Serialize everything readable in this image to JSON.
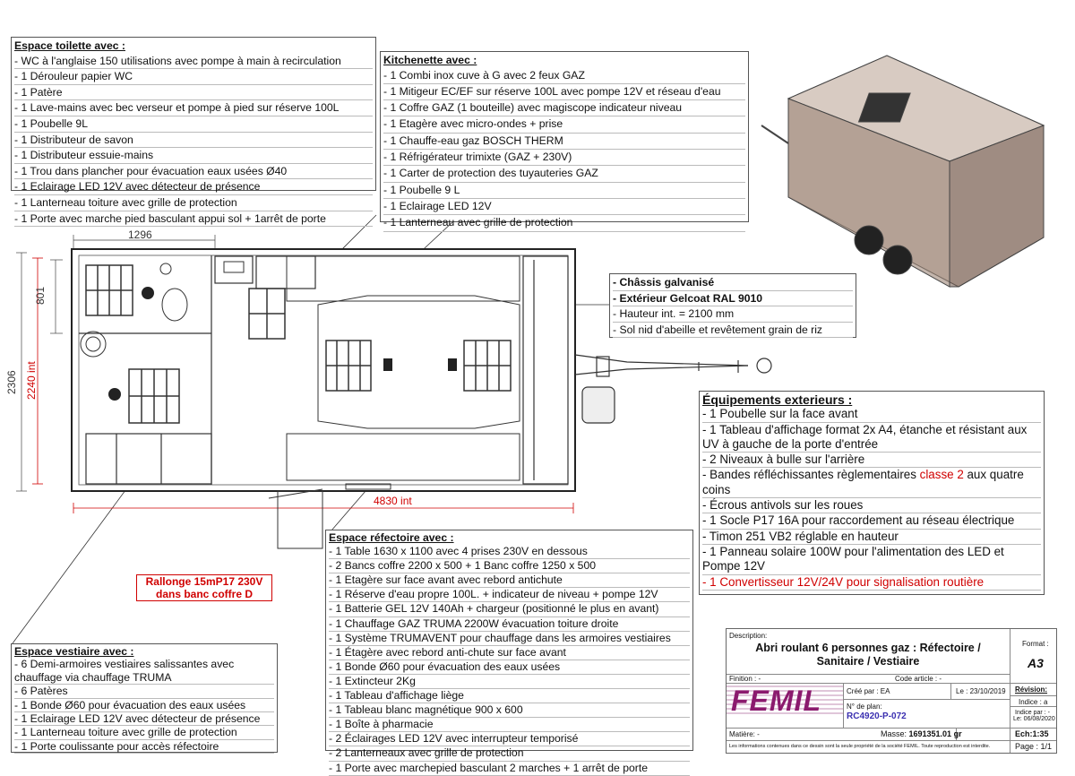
{
  "toilet": {
    "title": "Espace toilette avec :",
    "items": [
      "- WC à l'anglaise 150 utilisations avec pompe à main à recirculation",
      "- 1 Dérouleur papier WC",
      "- 1 Patère",
      "- 1 Lave-mains avec bec verseur et pompe à pied sur réserve 100L",
      "- 1 Poubelle 9L",
      "- 1 Distributeur de savon",
      "- 1 Distributeur essuie-mains",
      "- 1 Trou dans plancher pour évacuation eaux usées Ø40",
      "- 1 Eclairage LED 12V avec détecteur de présence",
      "- 1 Lanterneau toiture avec grille de protection",
      "- 1 Porte avec marche pied basculant appui sol + 1arrêt de porte"
    ]
  },
  "kitchen": {
    "title": "Kitchenette avec :",
    "items": [
      "- 1 Combi inox cuve à G avec 2 feux GAZ",
      "- 1 Mitigeur EC/EF sur réserve 100L avec pompe 12V et réseau d'eau",
      "- 1 Coffre GAZ (1 bouteille) avec magiscope indicateur niveau",
      "- 1 Etagère avec micro-ondes + prise",
      "- 1 Chauffe-eau gaz BOSCH THERM",
      "- 1 Réfrigérateur trimixte (GAZ + 230V)",
      "- 1 Carter de protection des tuyauteries GAZ",
      "- 1 Poubelle 9 L",
      "- 1 Eclairage LED 12V",
      "- 1 Lanterneau avec grille de protection"
    ]
  },
  "chassis": {
    "items": [
      "- Châssis galvanisé",
      "- Extérieur Gelcoat RAL 9010",
      "- Hauteur int. = 2100 mm",
      "- Sol nid d'abeille et revêtement grain de riz"
    ]
  },
  "ext": {
    "title": "Équipements exterieurs :",
    "items": [
      "- 1 Poubelle sur la face avant",
      "- 1 Tableau d'affichage format 2x A4, étanche et résistant aux UV à gauche de la porte d'entrée",
      "- 2 Niveaux à bulle sur l'arrière",
      "- Écrous antivols sur les roues",
      "- 1 Socle P17 16A pour raccordement au réseau électrique",
      "- Timon 251 VB2 réglable en hauteur",
      "- 1 Panneau solaire 100W pour l'alimentation des LED et Pompe 12V",
      "- 1 Convertisseur 12V/24V pour signalisation routière"
    ],
    "bandes_pre": "- Bandes réfléchissantes règlementaires ",
    "bandes_red": "classe 2",
    "bandes_post": " aux quatre coins"
  },
  "refect": {
    "title": "Espace réfectoire avec :",
    "items": [
      "- 1 Table 1630 x 1100 avec 4 prises 230V en dessous",
      "- 2 Bancs coffre 2200 x 500 + 1 Banc coffre 1250 x 500",
      "- 1 Etagère sur face avant avec rebord antichute",
      "- 1 Réserve d'eau propre 100L. + indicateur de niveau + pompe 12V",
      "- 1 Batterie GEL 12V 140Ah + chargeur (positionné le plus en avant)",
      "- 1 Chauffage GAZ TRUMA 2200W évacuation toiture droite",
      "- 1 Système TRUMAVENT pour chauffage dans les armoires vestiaires",
      "- 1 Étagère avec rebord anti-chute sur face avant",
      "- 1 Bonde Ø60 pour évacuation des eaux usées",
      "- 1 Extincteur 2Kg",
      "- 1 Tableau d'affichage liège",
      "- 1 Tableau blanc magnétique 900 x 600",
      "- 1 Boîte à pharmacie",
      "- 2 Éclairages LED 12V avec interrupteur temporisé",
      "- 2 Lanterneaux avec grille de protection",
      "- 1 Porte avec marchepied basculant 2 marches + 1 arrêt de porte"
    ]
  },
  "vest": {
    "title": "Espace vestiaire avec :",
    "items": [
      "- 6 Demi-armoires vestiaires salissantes avec chauffage via chauffage TRUMA",
      "- 6 Patères",
      "- 1 Bonde Ø60 pour évacuation des eaux usées",
      "- 1 Eclairage LED 12V avec détecteur de présence",
      "- 1 Lanterneau toiture avec grille de protection",
      "- 1 Porte coulissante pour accès réfectoire"
    ]
  },
  "rallonge": {
    "line1": "Rallonge 15mP17 230V",
    "line2": "dans banc coffre D"
  },
  "dims": {
    "w1296": "1296",
    "h801": "801",
    "h2306": "2306",
    "h2240": "2240 int",
    "w4830": "4830 int"
  },
  "title_block": {
    "description_label": "Description:",
    "description_1": "Abri roulant 6 personnes gaz : Réfectoire /",
    "description_2": "Sanitaire / Vestiaire",
    "format_label": "Format :",
    "format_value": "A3",
    "finition_label": "Finition : -",
    "code_label": "Code article : -",
    "logo": "FEMIL",
    "cree_label": "Créé par : EA",
    "date_label": "Le : 23/10/2019",
    "revision_label": "Révision:",
    "plan_label": "N° de plan:",
    "plan_value": "RC4920-P-072",
    "indice_label": "Indice : a",
    "indice_par": "Indice par : -",
    "indice_le": "Le: 06/08/2020",
    "matiere_label": "Matière: -",
    "masse_label": "Masse: ",
    "masse_value": "1691351.01 gr",
    "ech_label": "Ech:1:35",
    "notice": "Les informations contenues dans ce dessin sont la seule propriété de la société FEMIL. Toute reproduction est interdite.",
    "page_label": "Page : 1/1"
  },
  "colors": {
    "accent_red": "#d00000",
    "brand": "#8b1a6e"
  }
}
